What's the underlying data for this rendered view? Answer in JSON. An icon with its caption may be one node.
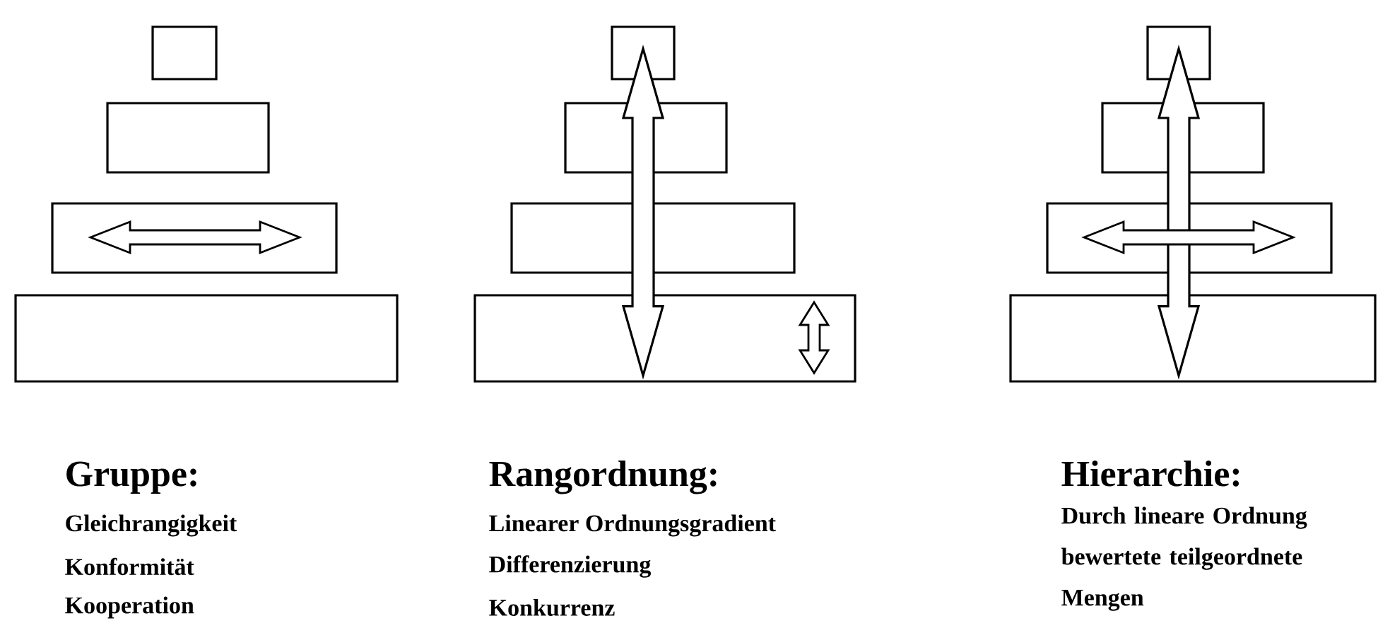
{
  "diagram": {
    "nodes": [
      {
        "text": [],
        "shape": "box"
      },
      {
        "text": [],
        "shape": "box"
      },
      {
        "text": [],
        "shape": "box"
      },
      {
        "text": [],
        "shape": "box"
      },
      {
        "text": [],
        "shape": "box"
      },
      {
        "text": [],
        "shape": "box"
      },
      {
        "text": [],
        "shape": "box"
      },
      {
        "text": [],
        "shape": "box"
      },
      {
        "text": [],
        "shape": "box"
      },
      {
        "text": [],
        "shape": "box"
      },
      {
        "text": [],
        "shape": "box"
      },
      {
        "text": [],
        "shape": "box"
      }
    ],
    "edges": [
      {
        "from": 4,
        "to": 7,
        "arrow": "both"
      },
      {
        "from": 8,
        "to": 11,
        "arrow": "both"
      }
    ],
    "labels": [
      "Gruppe:",
      "Gleichrangigkeit",
      "Konformität",
      "Kooperation",
      "Rangordnung:",
      "Linearer Ordnungsgradient",
      "Differenzierung",
      "Konkurrenz",
      "Hierarchie:",
      "Durch lineare Ordnung bewertete teilgeordnete Mengen"
    ]
  }
}
